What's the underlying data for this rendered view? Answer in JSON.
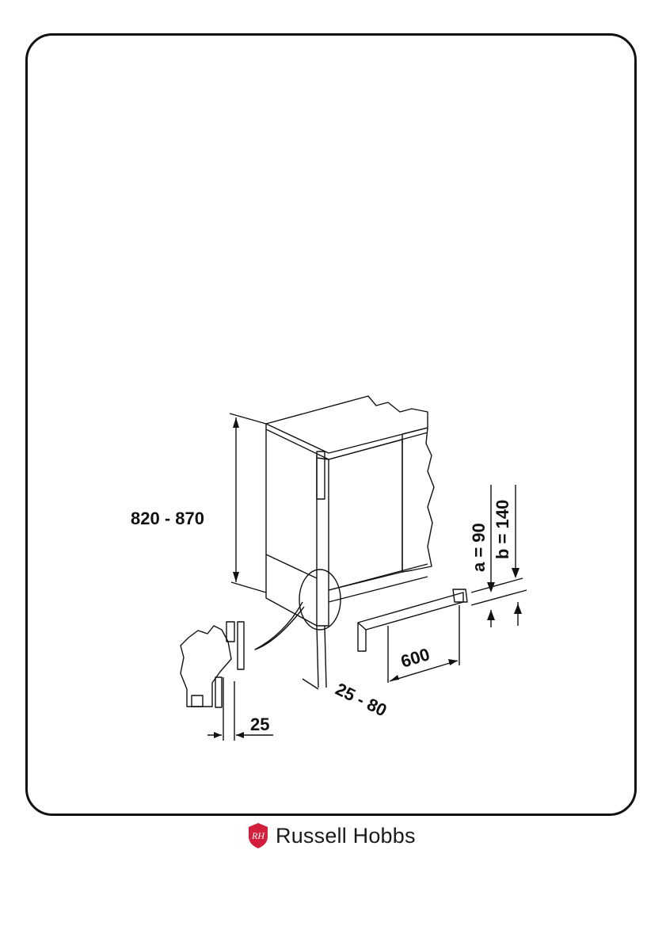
{
  "diagram": {
    "labels": {
      "height": "820 - 870",
      "depth_range": "25 - 80",
      "width": "600",
      "a": "a = 90",
      "b": "b = 140",
      "gap": "25"
    }
  },
  "brand": {
    "name": "Russell Hobbs",
    "logo_icon": "rh-crest-icon",
    "accent_color": "#d21f3c"
  }
}
